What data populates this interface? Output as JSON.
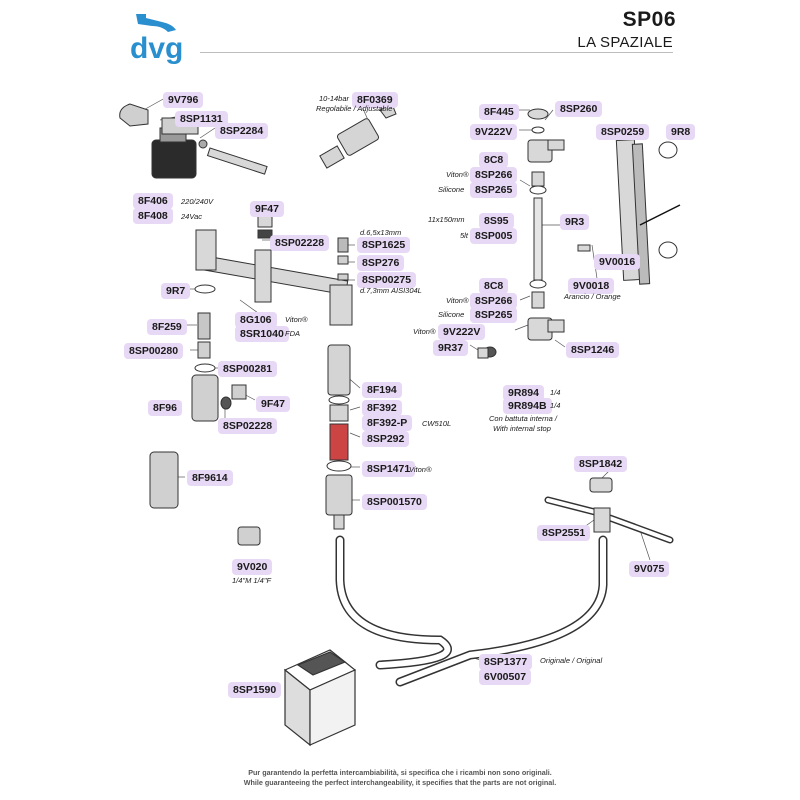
{
  "header": {
    "logo_text": "dvg",
    "code": "SP06",
    "brand": "LA SPAZIALE"
  },
  "parts": {
    "p9V796": "9V796",
    "p8SP1131": "8SP1131",
    "p8SP2284": "8SP2284",
    "p8F406": "8F406",
    "p8F408": "8F408",
    "p8F0369": "8F0369",
    "p9F47a": "9F47",
    "p8SP02228a": "8SP02228",
    "p8SP1625": "8SP1625",
    "p8SP276": "8SP276",
    "p8SP00275": "8SP00275",
    "p9R7": "9R7",
    "p8G106": "8G106",
    "p8SR1040": "8SR1040",
    "p8F259": "8F259",
    "p8SP00280": "8SP00280",
    "p8SP00281": "8SP00281",
    "p8F96": "8F96",
    "p9F47b": "9F47",
    "p8SP02228b": "8SP02228",
    "p8F194": "8F194",
    "p8F392": "8F392",
    "p8F392P": "8F392-P",
    "p8SP292": "8SP292",
    "p8SP1471": "8SP1471",
    "p8SP001570": "8SP001570",
    "p8F9614": "8F9614",
    "p9V020": "9V020",
    "p8F445": "8F445",
    "p8SP260": "8SP260",
    "p9V222Va": "9V222V",
    "p8C8a": "8C8",
    "p8SP266a": "8SP266",
    "p8SP265a": "8SP265",
    "p8S95": "8S95",
    "p8SP005": "8SP005",
    "p9R3": "9R3",
    "p8C8b": "8C8",
    "p8SP266b": "8SP266",
    "p8SP265b": "8SP265",
    "p9V222Vb": "9V222V",
    "p9R37": "9R37",
    "p8SP1246": "8SP1246",
    "p9R894": "9R894",
    "p9R894B": "9R894B",
    "p8SP0259": "8SP0259",
    "p9R8": "9R8",
    "p9V0016": "9V0016",
    "p9V0018": "9V0018",
    "p8SP1842": "8SP1842",
    "p8SP2551": "8SP2551",
    "p9V075": "9V075",
    "p8SP1377": "8SP1377",
    "p6V00507": "6V00507",
    "p8SP1590": "8SP1590"
  },
  "notes": {
    "n220": "220/240V",
    "n24": "24Vac",
    "n1014": "10-14bar",
    "nreg": "Regolabile / Adjustable",
    "nd65": "d.6,5x13mm",
    "nd73": "d.7,3mm AISI304L",
    "nviton1": "Viton®",
    "nfda": "FDA",
    "ncw": "CW510L",
    "nviton2": "Viton®",
    "n14m14f": "1/4\"M 1/4\"F",
    "nviton3": "Viton®",
    "nsil1": "Silicone",
    "n11x150": "11x150mm",
    "n5lt": "5lt",
    "nviton4": "Viton®",
    "nsil2": "Silicone",
    "nviton5": "Viton®",
    "nq1": "1/4",
    "nq2": "1/4",
    "nbatt1": "Con battuta interna /",
    "nbatt2": "With internal stop",
    "narancio": "Arancio / Orange",
    "norig": "Originale / Original"
  },
  "footer": {
    "line1": "Pur garantendo la perfetta intercambiabilità, si specifica che i ricambi non sono originali.",
    "line2": "While guaranteeing the perfect interchangeability, it specifies that the parts are not original."
  },
  "colors": {
    "accent": "#2a8fce",
    "label_bg": "#e7d8f5"
  }
}
